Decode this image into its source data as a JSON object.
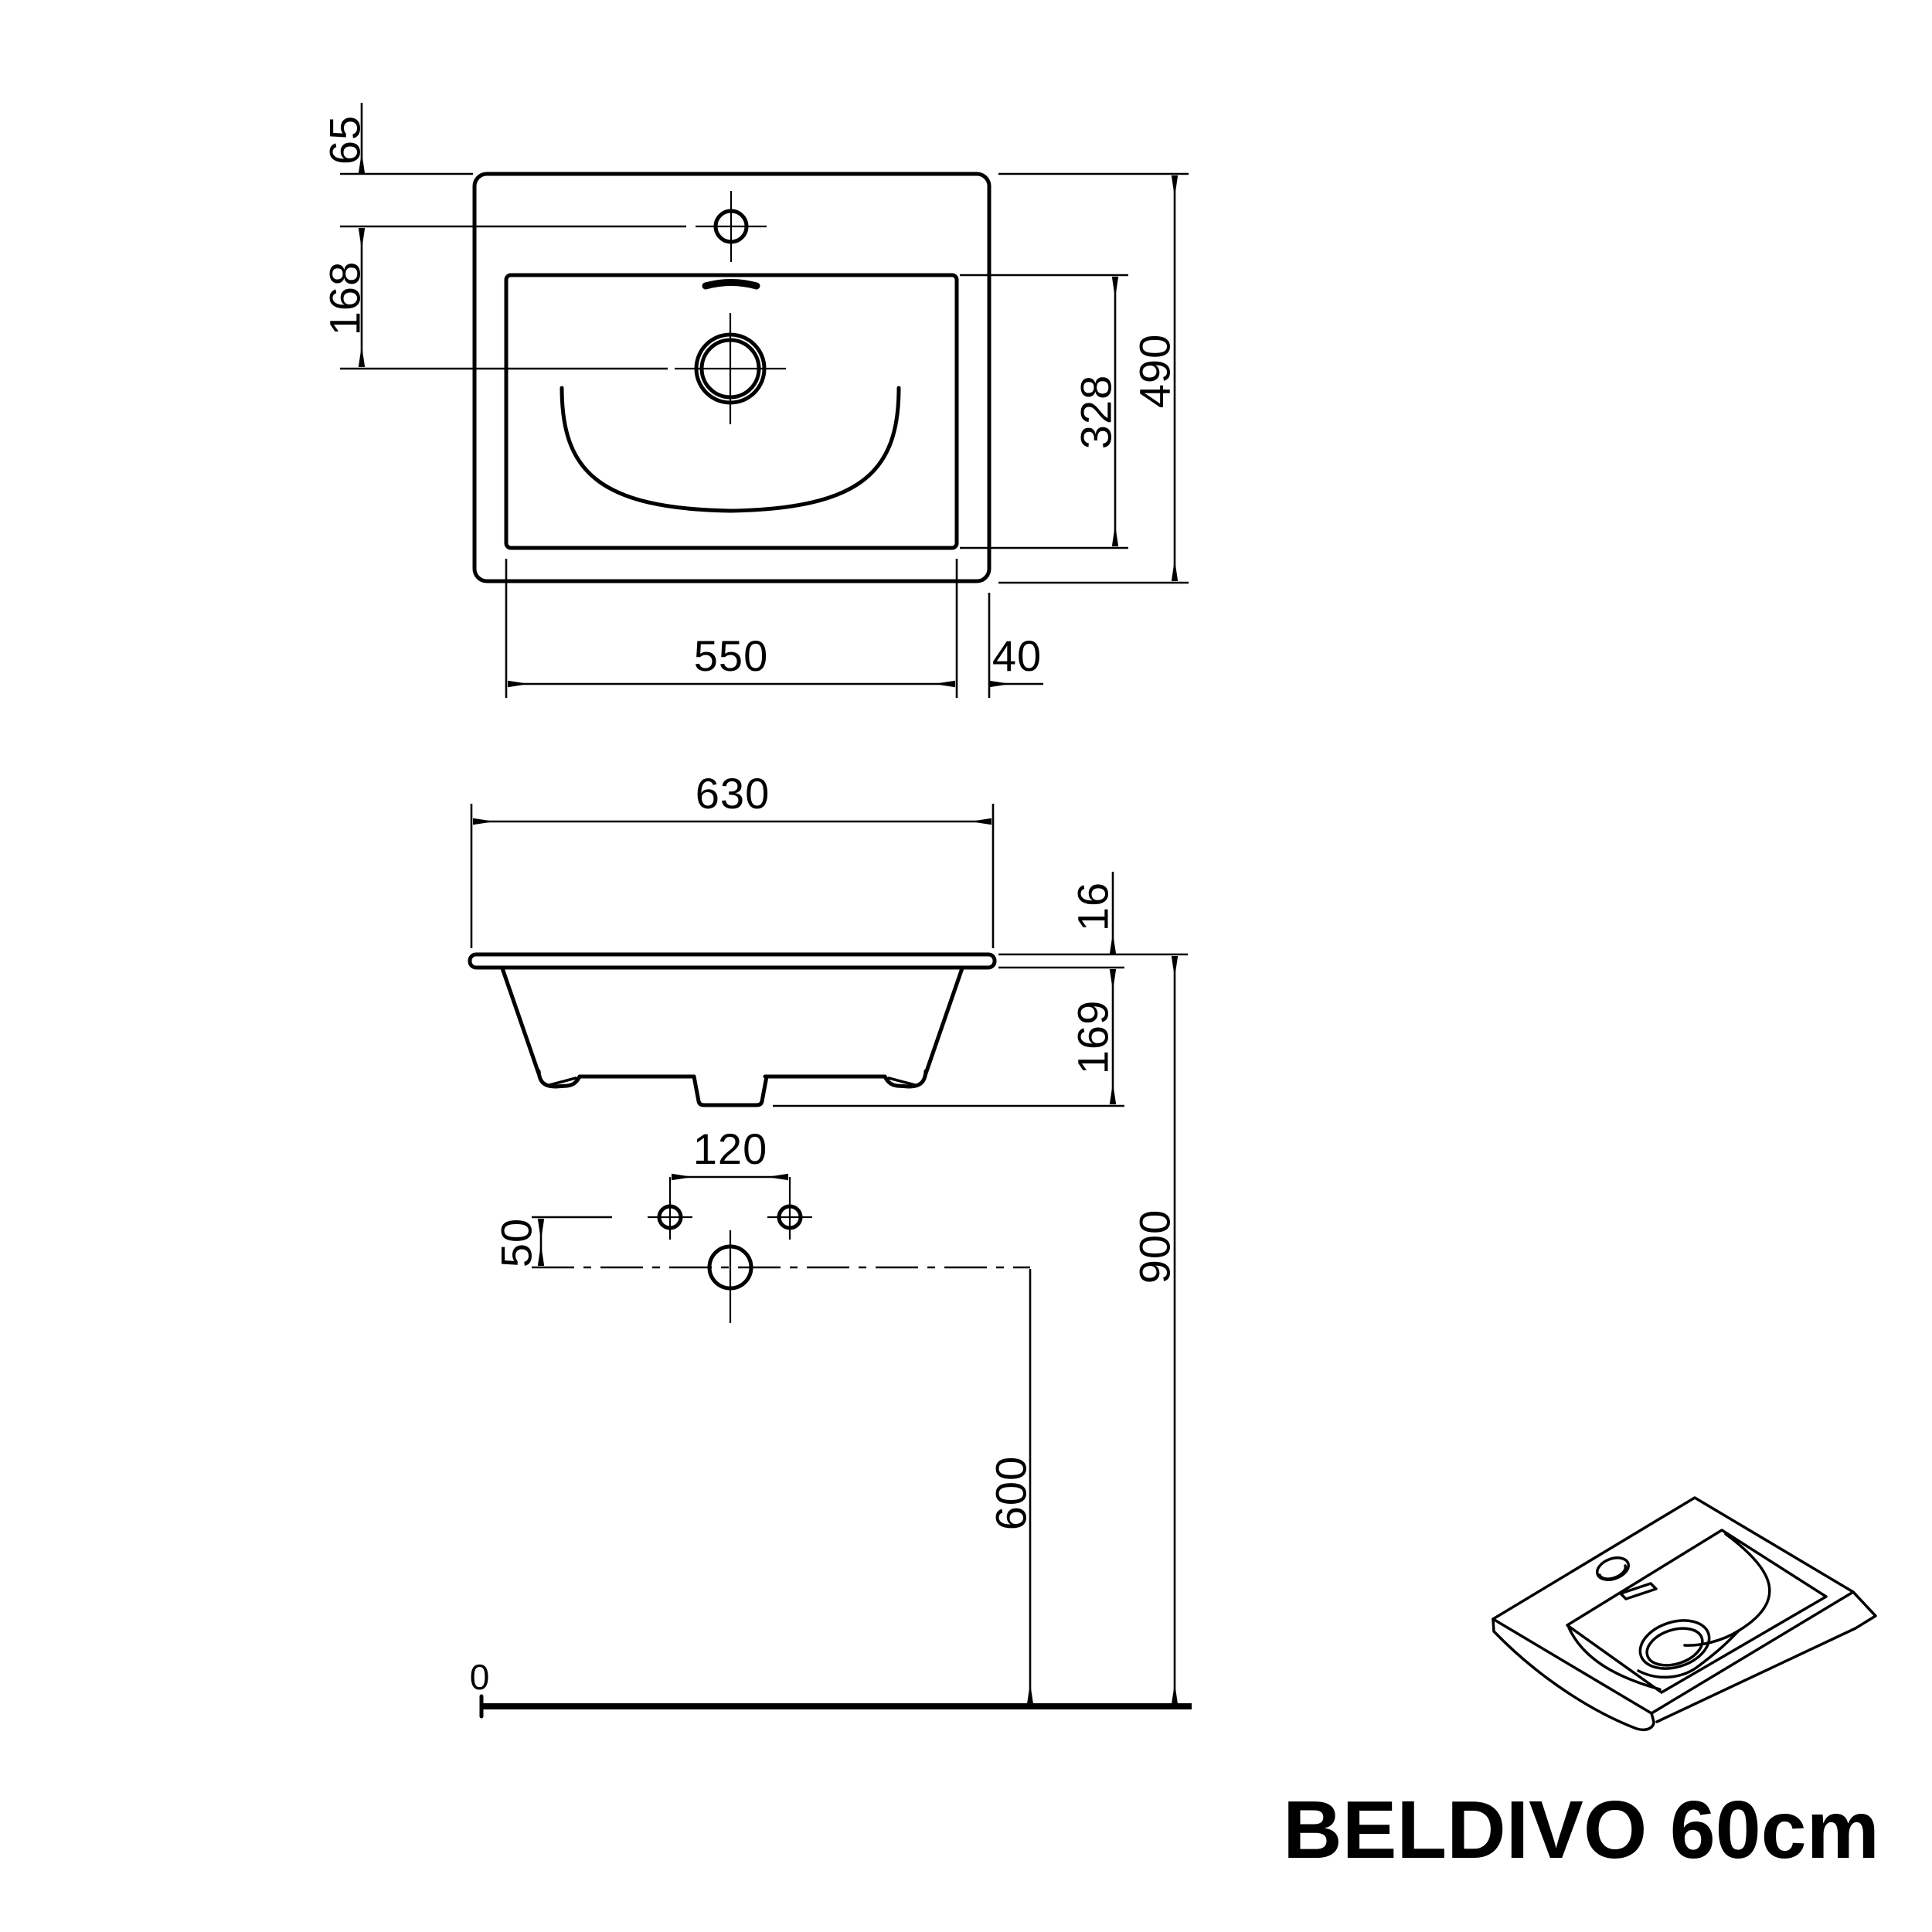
{
  "title": {
    "product_label": "BELDIVO 60cm"
  },
  "dimensions": {
    "plan": {
      "faucet_offset": "65",
      "faucet_to_drain": "168",
      "basin_width": "550",
      "right_rim": "40",
      "basin_depth": "328",
      "overall_depth": "490"
    },
    "front": {
      "overall_width": "630",
      "rim_thickness": "16",
      "basin_height": "169"
    },
    "mounting": {
      "hole_spacing": "120",
      "hole_offset": "50",
      "drain_centre_height": "600",
      "rim_height": "900",
      "datum": "0"
    }
  },
  "colors": {
    "line": "#000000",
    "background": "#ffffff"
  }
}
